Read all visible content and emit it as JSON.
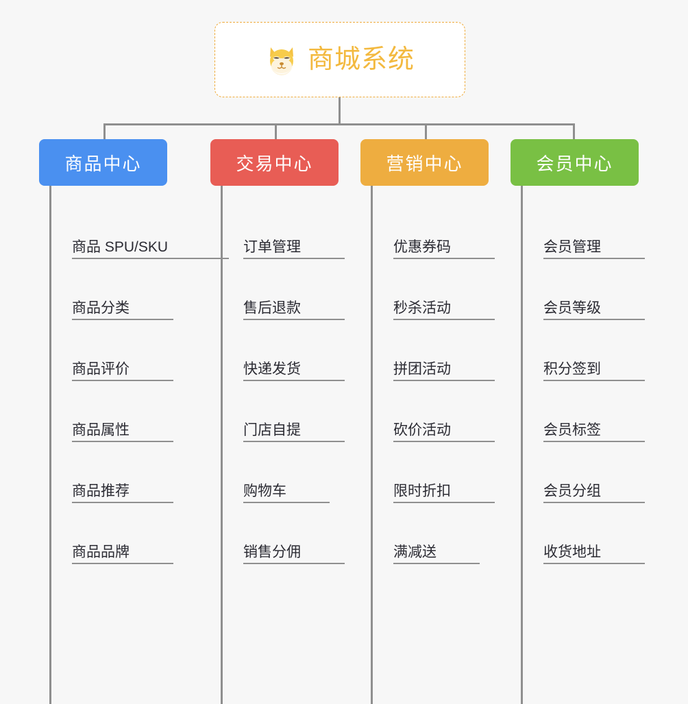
{
  "page": {
    "background_color": "#f7f7f7",
    "line_color": "#8f8f8f",
    "text_color": "#2b2b33"
  },
  "root": {
    "title": "商城系统",
    "icon": "shiba-dog-face-icon",
    "border_color": "#efab3b",
    "title_color": "#f3b93f",
    "background_color": "#ffffff"
  },
  "categories": [
    {
      "label": "商品中心",
      "color": "#4a90f0",
      "items": [
        "商品 SPU/SKU",
        "商品分类",
        "商品评价",
        "商品属性",
        "商品推荐",
        "商品品牌"
      ]
    },
    {
      "label": "交易中心",
      "color": "#e85d55",
      "items": [
        "订单管理",
        "售后退款",
        "快递发货",
        "门店自提",
        "购物车",
        "销售分佣"
      ]
    },
    {
      "label": "营销中心",
      "color": "#eead40",
      "items": [
        "优惠券码",
        "秒杀活动",
        "拼团活动",
        "砍价活动",
        "限时折扣",
        "满减送"
      ]
    },
    {
      "label": "会员中心",
      "color": "#79c044",
      "items": [
        "会员管理",
        "会员等级",
        "积分签到",
        "会员标签",
        "会员分组",
        "收货地址"
      ]
    }
  ]
}
